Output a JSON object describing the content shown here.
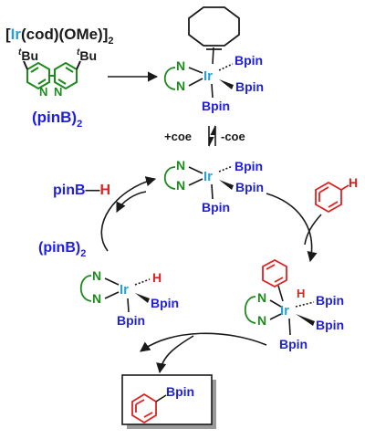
{
  "colors": {
    "black": "#1a1a1a",
    "blue": "#1f1fe0",
    "green": "#1d8a1d",
    "red": "#e02020",
    "iridium": "#2aa0d0",
    "box_shadow": "#9a9a9a"
  },
  "precatalyst": {
    "bracket_open": "[",
    "metal": "Ir",
    "ligands": "(cod)(OMe)]",
    "subscript": "2",
    "tbu_sup": "t",
    "tbu": "Bu"
  },
  "diboron_reagent": {
    "main": "(pinB)",
    "subscript": "2"
  },
  "atoms": {
    "N": "N",
    "Ir": "Ir",
    "H": "H",
    "Bpin": "Bpin"
  },
  "equilibrium": {
    "forward": "+coe",
    "reverse": "-coe"
  },
  "cycle": {
    "hydride_product": {
      "text": "pinB",
      "dash": "—",
      "h": "H"
    },
    "diboron_input": {
      "main": "(pinB)",
      "subscript": "2"
    }
  },
  "product": {
    "label": "Bpin"
  },
  "icons": [
    "cyclooctene-icon",
    "bipyridine-icon",
    "benzene-icon",
    "cycle-arrow-icon"
  ]
}
